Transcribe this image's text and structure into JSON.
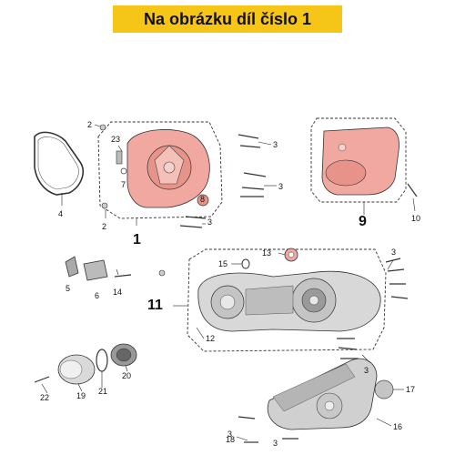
{
  "banner": {
    "text": "Na obrázku díl číslo 1",
    "background": "#f5c518"
  },
  "highlight_color": "#f0a8a0",
  "labels": {
    "l1": "1",
    "l2a": "2",
    "l2b": "2",
    "l3a": "3",
    "l3b": "3",
    "l3c": "3",
    "l3d": "3",
    "l3e": "3",
    "l3f": "3",
    "l3g": "3",
    "l4": "4",
    "l5": "5",
    "l6": "6",
    "l7": "7",
    "l8": "8",
    "l9": "9",
    "l10": "10",
    "l11": "11",
    "l12": "12",
    "l13": "13",
    "l14": "14",
    "l15": "15",
    "l16": "16",
    "l17": "17",
    "l18": "18",
    "l19": "19",
    "l20": "20",
    "l21": "21",
    "l22": "22",
    "l23": "23"
  }
}
